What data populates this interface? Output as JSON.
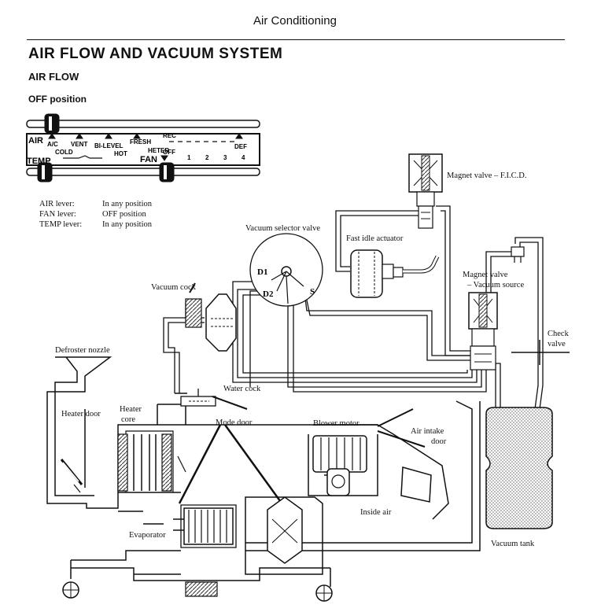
{
  "header": {
    "section": "Air Conditioning"
  },
  "title": "AIR FLOW AND VACUUM SYSTEM",
  "subtitle": "AIR FLOW",
  "position_title": "OFF position",
  "control_panel": {
    "air": "AIR",
    "temp": "TEMP",
    "fan": "FAN",
    "ac": "A/C",
    "vent": "VENT",
    "bilevel": "BI-LEVEL",
    "fresh": "FRESH",
    "rec": "REC",
    "def": "DEF",
    "cold": "COLD",
    "hot": "HOT",
    "heter": "HETER",
    "off": "OFF",
    "s1": "1",
    "s2": "2",
    "s3": "3",
    "s4": "4"
  },
  "levers": [
    {
      "name": "AIR lever:",
      "position": "In any position"
    },
    {
      "name": "FAN lever:",
      "position": "OFF position"
    },
    {
      "name": "TEMP lever:",
      "position": "In any position"
    }
  ],
  "labels": {
    "magnet_ficd": "Magnet valve – F.I.C.D.",
    "fast_idle": "Fast idle actuator",
    "selector": "Vacuum selector valve",
    "d1": "D1",
    "d2": "D2",
    "s": "S",
    "vacuum_cock": "Vacuum cock",
    "magnet_vac_1": "Magnet valve",
    "magnet_vac_2": "– Vacuum source",
    "check_1": "Check",
    "check_2": "valve",
    "defroster": "Defroster nozzle",
    "water_cock": "Water cock",
    "heater_door": "Heater door",
    "heater_core_1": "Heater",
    "heater_core_2": "core",
    "mode_door": "Mode door",
    "blower": "Blower motor",
    "intake_1": "Air intake",
    "intake_2": "door",
    "inside_air": "Inside air",
    "evaporator": "Evaporator",
    "vacuum_tank": "Vacuum tank"
  }
}
